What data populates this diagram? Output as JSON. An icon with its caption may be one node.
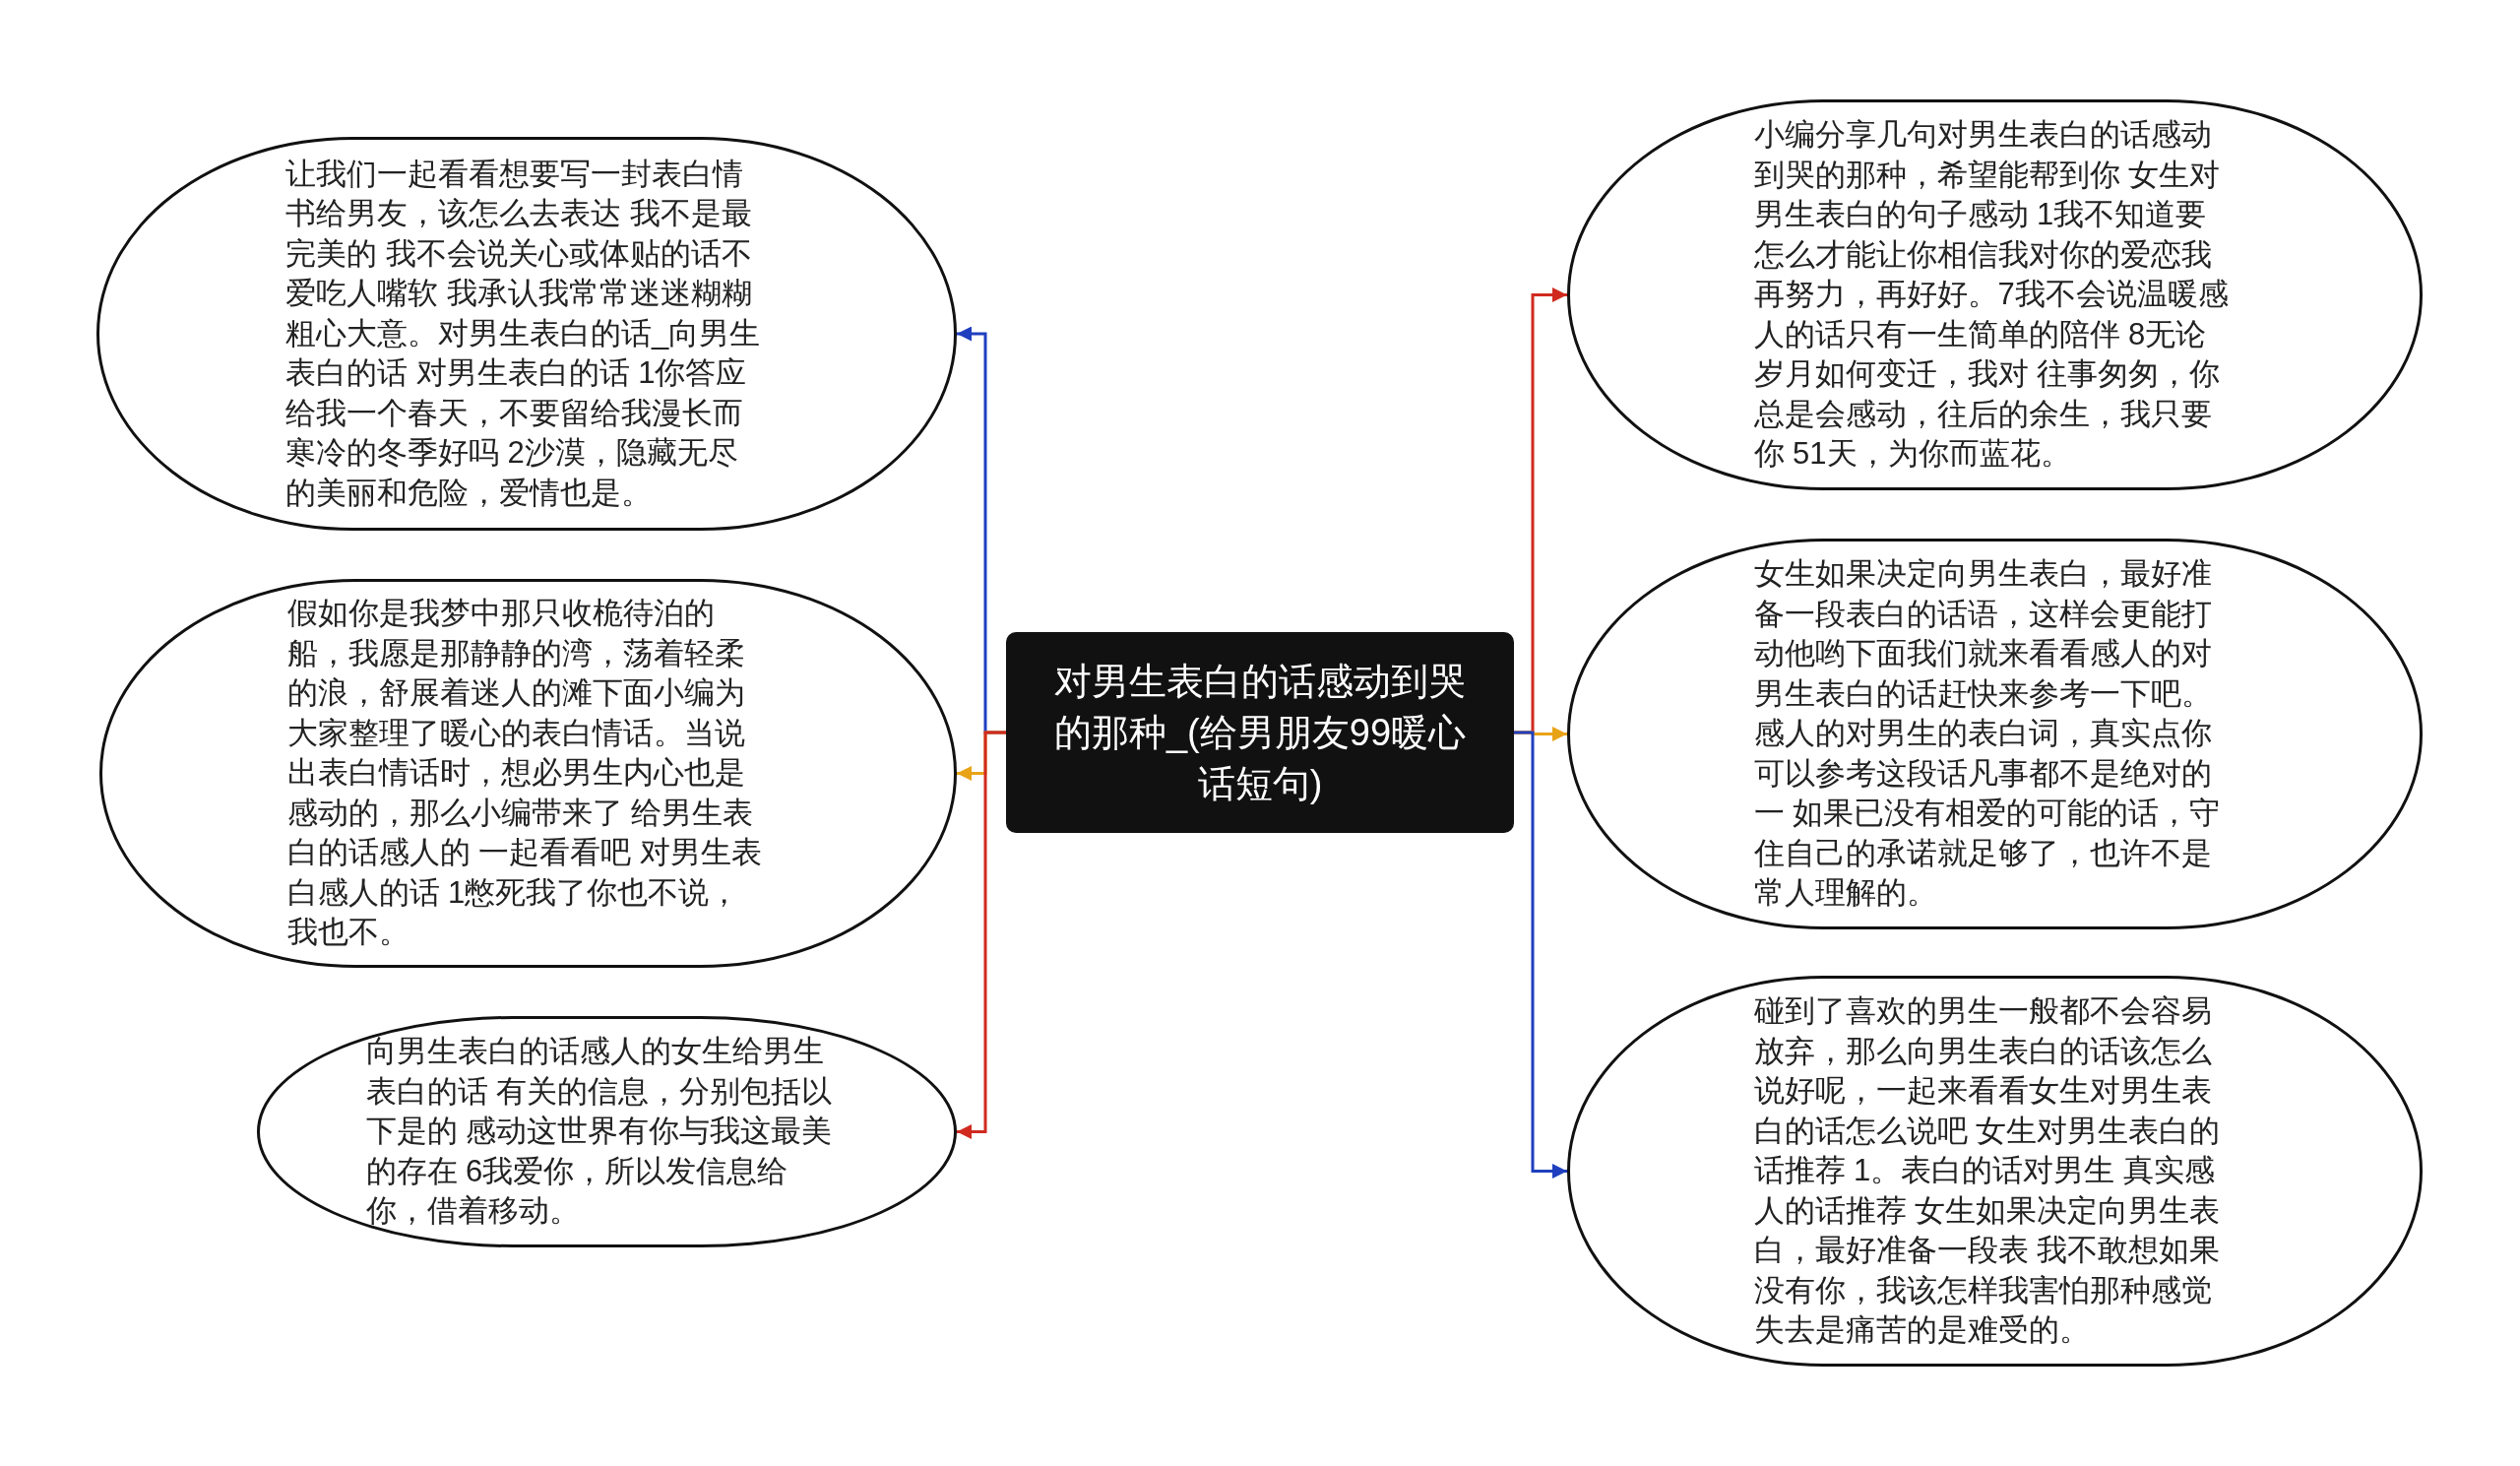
{
  "diagram": {
    "nodes": [
      {
        "text": [
          "对男生表白的话感动到哭的那种_(给男朋友99暖心话短句)"
        ]
      },
      {
        "text": [
          "让我们一起看看想要写一封表白情书给男友，该怎么去表达 我不是最完美的 我不会说关心或体贴的话不爱吃人嘴软 我承认我常常迷迷糊糊粗心大意。对男生表白的话_向男生表白的话 对男生表白的话 1你答应给我一个春天，不要留给我漫长而寒冷的冬季好吗 2沙漠，隐藏无尽的美丽和危险，爱情也是。"
        ]
      },
      {
        "text": [
          "假如你是我梦中那只收桅待泊的船，我愿是那静静的湾，荡着轻柔的浪，舒展着迷人的滩下面小编为大家整理了暖心的表白情话。当说出表白情话时，想必男生内心也是感动的，那么小编带来了 给男生表白的话感人的 一起看看吧 对男生表白感人的话 1憋死我了你也不说，我也不。"
        ]
      },
      {
        "text": [
          "向男生表白的话感人的女生给男生表白的话 有关的信息，分别包括以下是的 感动这世界有你与我这最美的存在 6我爱你，所以发信息给你，借着移动。"
        ]
      },
      {
        "text": [
          "小编分享几句对男生表白的话感动到哭的那种，希望能帮到你 女生对男生表白的句子感动 1我不知道要怎么才能让你相信我对你的爱恋我再努力，再好好。7我不会说温暖感人的话只有一生简单的陪伴 8无论岁月如何变迁，我对 往事匆匆，你总是会感动，往后的余生，我只要你 51天，为你而蓝花。"
        ]
      },
      {
        "text": [
          "女生如果决定向男生表白，最好准备一段表白的话语，这样会更能打动他哟下面我们就来看看感人的对男生表白的话赶快来参考一下吧。感人的对男生的表白词，真实点你可以参考这段话凡事都不是绝对的一 如果已没有相爱的可能的话，守住自己的承诺就足够了，也许不是常人理解的。"
        ]
      },
      {
        "text": [
          "碰到了喜欢的男生一般都不会容易放弃，那么向男生表白的话该怎么说好呢，一起来看看女生对男生表白的话怎么说吧 女生对男生表白的话推荐 1。表白的话对男生 真实感人的话推荐 女生如果决定向男生表白，最好准备一段表 我不敢想如果没有你，我该怎样我害怕那种感觉失去是痛苦的是难受的。"
        ]
      }
    ],
    "edges": [
      {
        "from": 0,
        "to": 1,
        "arrow": "to",
        "color": "#1f3fbf"
      },
      {
        "from": 0,
        "to": 2,
        "arrow": "to",
        "color": "#e8a317"
      },
      {
        "from": 0,
        "to": 3,
        "arrow": "to",
        "color": "#d02a1f"
      },
      {
        "from": 0,
        "to": 4,
        "arrow": "to",
        "color": "#d02a1f"
      },
      {
        "from": 0,
        "to": 5,
        "arrow": "to",
        "color": "#e8a317"
      },
      {
        "from": 0,
        "to": 6,
        "arrow": "to",
        "color": "#1f3fbf"
      }
    ]
  }
}
